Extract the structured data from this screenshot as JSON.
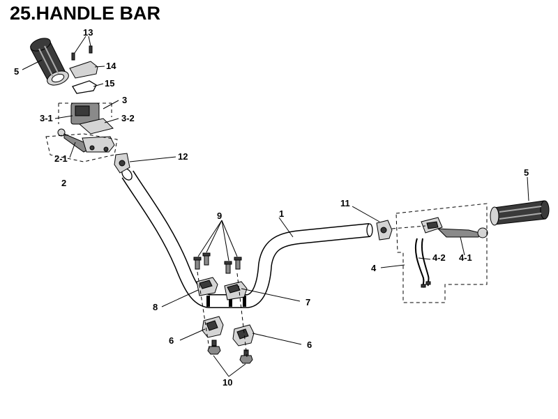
{
  "title": "25.HANDLE BAR",
  "callouts": {
    "c1": "1",
    "c2": "2",
    "c2_1": "2-1",
    "c3": "3",
    "c3_1": "3-1",
    "c3_2": "3-2",
    "c4": "4",
    "c4_1": "4-1",
    "c4_2": "4-2",
    "c5_left": "5",
    "c5_right": "5",
    "c6_left": "6",
    "c6_right": "6",
    "c7": "7",
    "c8": "8",
    "c9": "9",
    "c10": "10",
    "c11": "11",
    "c12": "12",
    "c13": "13",
    "c14": "14",
    "c15": "15"
  }
}
